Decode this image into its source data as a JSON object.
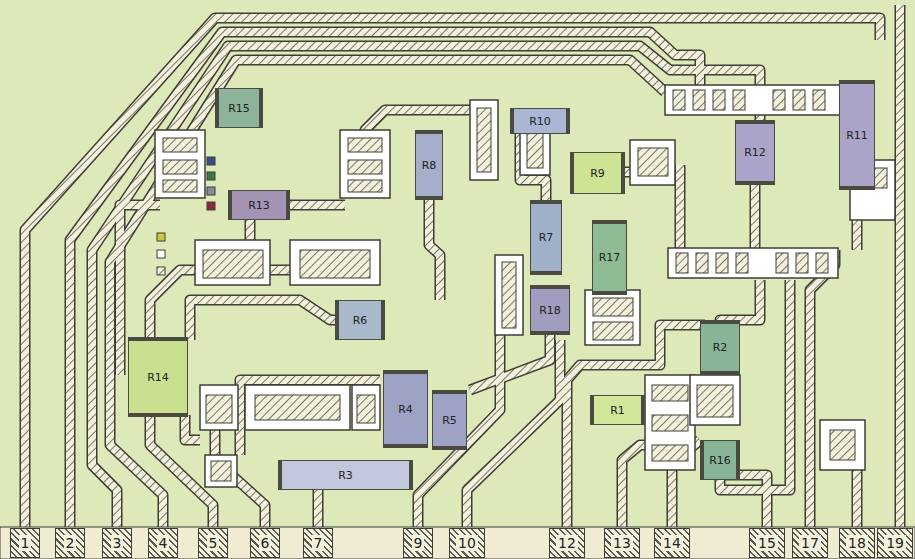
{
  "diagram": {
    "nodes": [
      {
        "text": [
          "R15"
        ]
      },
      {
        "text": [
          "R10"
        ]
      },
      {
        "text": [
          "R12"
        ]
      },
      {
        "text": [
          "R11"
        ]
      },
      {
        "text": [
          "R8"
        ]
      },
      {
        "text": [
          "R9"
        ]
      },
      {
        "text": [
          "R13"
        ]
      },
      {
        "text": [
          "R7"
        ]
      },
      {
        "text": [
          "R17"
        ]
      },
      {
        "text": [
          "R6"
        ]
      },
      {
        "text": [
          "R18"
        ]
      },
      {
        "text": [
          "R14"
        ]
      },
      {
        "text": [
          "R4"
        ]
      },
      {
        "text": [
          "R5"
        ]
      },
      {
        "text": [
          "R1"
        ]
      },
      {
        "text": [
          "R2"
        ]
      },
      {
        "text": [
          "R16"
        ]
      },
      {
        "text": [
          "R3"
        ]
      },
      {
        "text": [
          "1"
        ]
      },
      {
        "text": [
          "2"
        ]
      },
      {
        "text": [
          "3"
        ]
      },
      {
        "text": [
          "4"
        ]
      },
      {
        "text": [
          "5"
        ]
      },
      {
        "text": [
          "6"
        ]
      },
      {
        "text": [
          "7"
        ]
      },
      {
        "text": [
          "9"
        ]
      },
      {
        "text": [
          "10"
        ]
      },
      {
        "text": [
          "12"
        ]
      },
      {
        "text": [
          "13"
        ]
      },
      {
        "text": [
          "14"
        ]
      },
      {
        "text": [
          "15"
        ]
      },
      {
        "text": [
          "17"
        ]
      },
      {
        "text": [
          "18"
        ]
      },
      {
        "text": [
          "19"
        ]
      }
    ]
  }
}
